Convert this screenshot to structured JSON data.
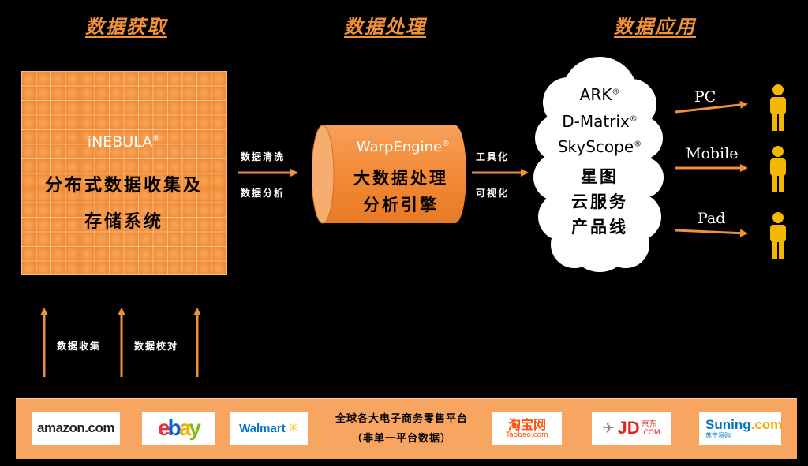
{
  "sections": {
    "acquisition": "数据获取",
    "processing": "数据处理",
    "application": "数据应用"
  },
  "inebula": {
    "brand": "iNEBULA",
    "reg": "®",
    "line1": "分布式数据收集及",
    "line2": "存储系统"
  },
  "flow_left": {
    "top": "数据清洗",
    "bottom": "数据分析"
  },
  "warp": {
    "brand": "WarpEngine",
    "reg": "®",
    "line1": "大数据处理",
    "line2": "分析引擎"
  },
  "flow_right": {
    "top": "工具化",
    "bottom": "可视化"
  },
  "cloud": {
    "items": [
      {
        "text": "ARK",
        "reg": "®"
      },
      {
        "text": "D-Matrix",
        "reg": "®"
      },
      {
        "text": "SkyScope",
        "reg": "®"
      }
    ],
    "cn1": "星图",
    "cn2": "云服务",
    "cn3": "产品线"
  },
  "channels": [
    "PC",
    "Mobile",
    "Pad"
  ],
  "bottom_labels": {
    "collect": "数据收集",
    "verify": "数据校对"
  },
  "platforms": {
    "text1": "全球各大电子商务零售平台",
    "text2": "（非单一平台数据）",
    "logos": {
      "amazon": "amazon.com",
      "ebay": [
        "e",
        "b",
        "a",
        "y"
      ],
      "walmart": "Walmart",
      "taobao": "淘宝网",
      "taobao_sub": "Taobao.com",
      "jd": "JD",
      "jd_cn": "京东",
      "jd_sub": ".COM",
      "suning": "Suning",
      "suning_dot": ".com",
      "suning_sub": "苏宁易购"
    }
  },
  "colors": {
    "accent": "#f0913a",
    "box": "#f49a4a",
    "strip": "#f7a561",
    "person": "#f5b800"
  }
}
